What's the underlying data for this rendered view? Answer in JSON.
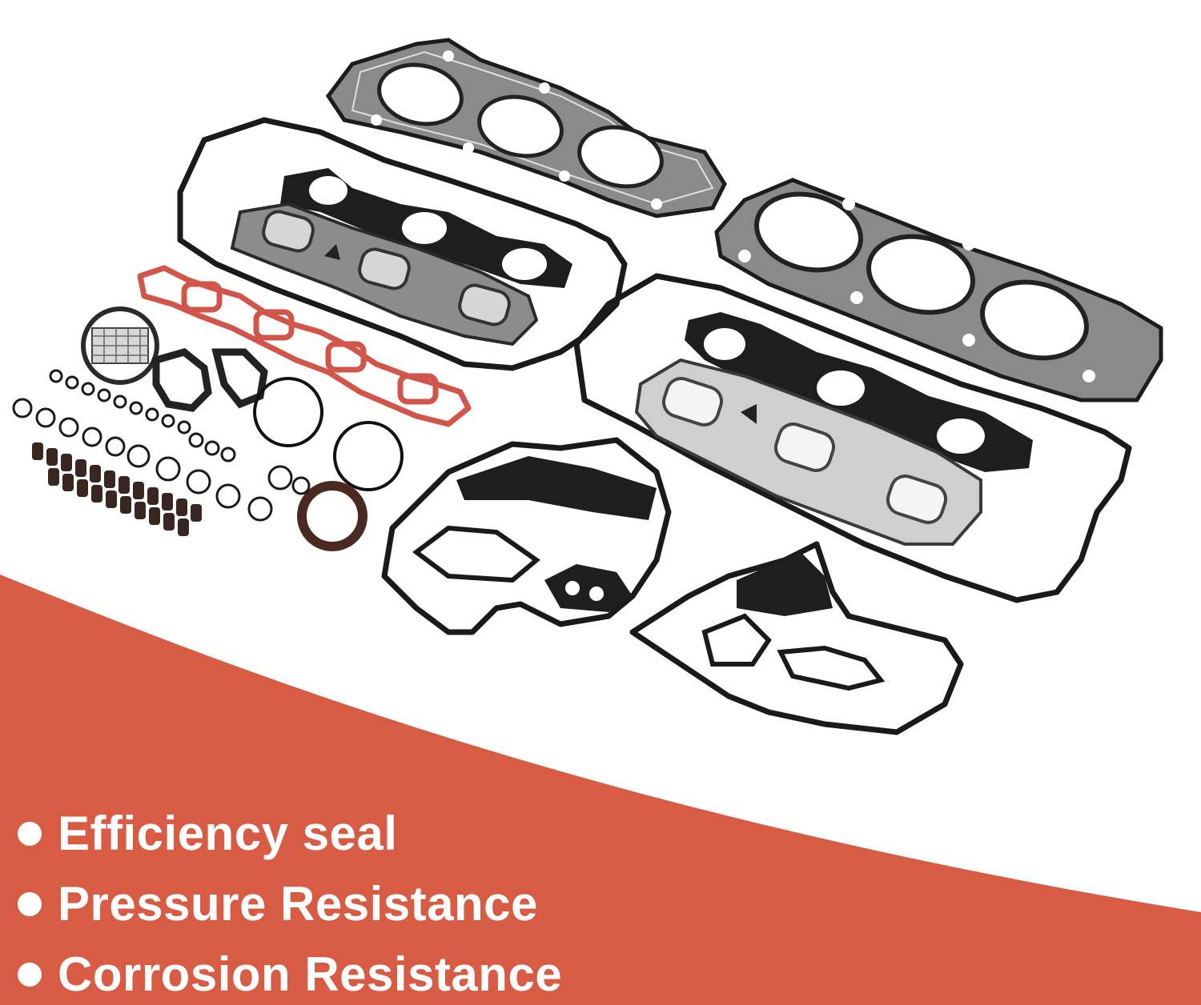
{
  "product_photo": {
    "subject": "engine-gasket-kit",
    "colors": {
      "background": "#ffffff",
      "banner": "#d85c43",
      "gasket_dark": "#1c1c1c",
      "gasket_steel": "#8a8a8a",
      "gasket_silver": "#cfcfcf",
      "gasket_red": "#d2554a",
      "seal_brown": "#4a2a20"
    }
  },
  "features": {
    "bullet_icon": "bullet-dot-icon",
    "items": [
      "Efficiency seal",
      "Pressure Resistance",
      "Corrosion Resistance"
    ]
  }
}
